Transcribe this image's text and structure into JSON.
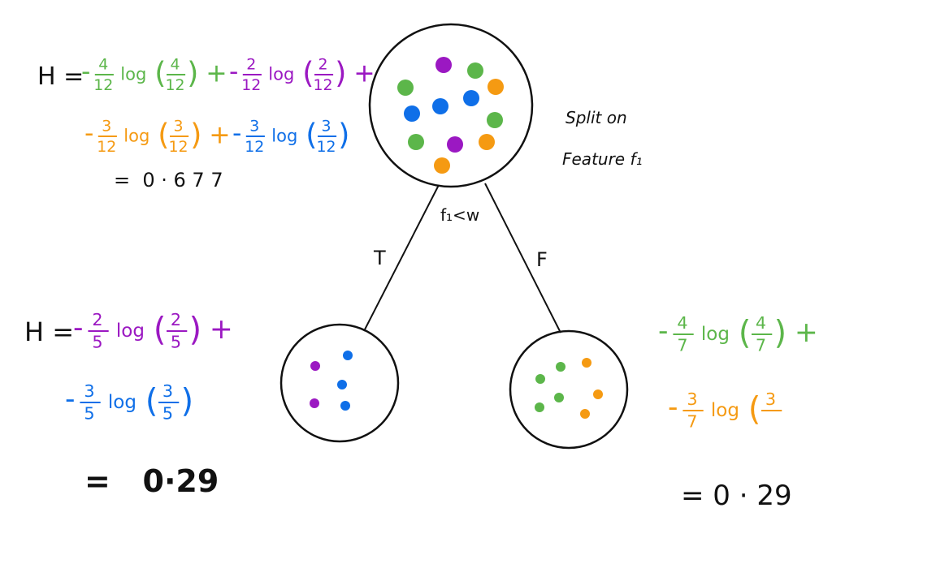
{
  "colors": {
    "stroke": "#111111",
    "green": "#5cb64a",
    "purple": "#9b18c2",
    "blue": "#0f6fe8",
    "orange": "#f59a12",
    "ink": "#111111"
  },
  "root": {
    "split_label": "Split on",
    "feature_label": "Feature f₁",
    "points": [
      "purple",
      "green",
      "green",
      "orange",
      "blue",
      "blue",
      "blue",
      "green",
      "green",
      "purple",
      "orange",
      "orange"
    ]
  },
  "edge_condition": "f₁<w",
  "branch_true_label": "T",
  "branch_false_label": "F",
  "left_child": {
    "points": [
      "purple",
      "blue",
      "blue",
      "purple",
      "blue"
    ]
  },
  "right_child": {
    "points": [
      "green",
      "green",
      "orange",
      "green",
      "green",
      "orange",
      "orange"
    ]
  },
  "root_entropy": {
    "prefix": "H =",
    "terms": [
      {
        "sign": "-",
        "num": "4",
        "den": "12",
        "op": "+",
        "color": "green"
      },
      {
        "sign": "-",
        "num": "2",
        "den": "12",
        "op": "+",
        "color": "purple"
      },
      {
        "sign": "-",
        "num": "3",
        "den": "12",
        "op": "+",
        "color": "orange"
      },
      {
        "sign": "-",
        "num": "3",
        "den": "12",
        "op": "",
        "color": "blue"
      }
    ],
    "result": "=  0 · 6 7 7"
  },
  "left_entropy": {
    "prefix": "H =",
    "terms": [
      {
        "sign": "-",
        "num": "2",
        "den": "5",
        "op": "+",
        "color": "purple"
      },
      {
        "sign": "-",
        "num": "3",
        "den": "5",
        "op": "",
        "color": "blue"
      }
    ],
    "result": "=   0·29"
  },
  "right_entropy": {
    "terms": [
      {
        "sign": "-",
        "num": "4",
        "den": "7",
        "op": "+",
        "color": "green"
      },
      {
        "sign": "-",
        "num": "3",
        "den": "7",
        "op": "",
        "color": "orange",
        "truncated": true
      }
    ],
    "result": "= 0 · 29"
  },
  "log_word": "log"
}
